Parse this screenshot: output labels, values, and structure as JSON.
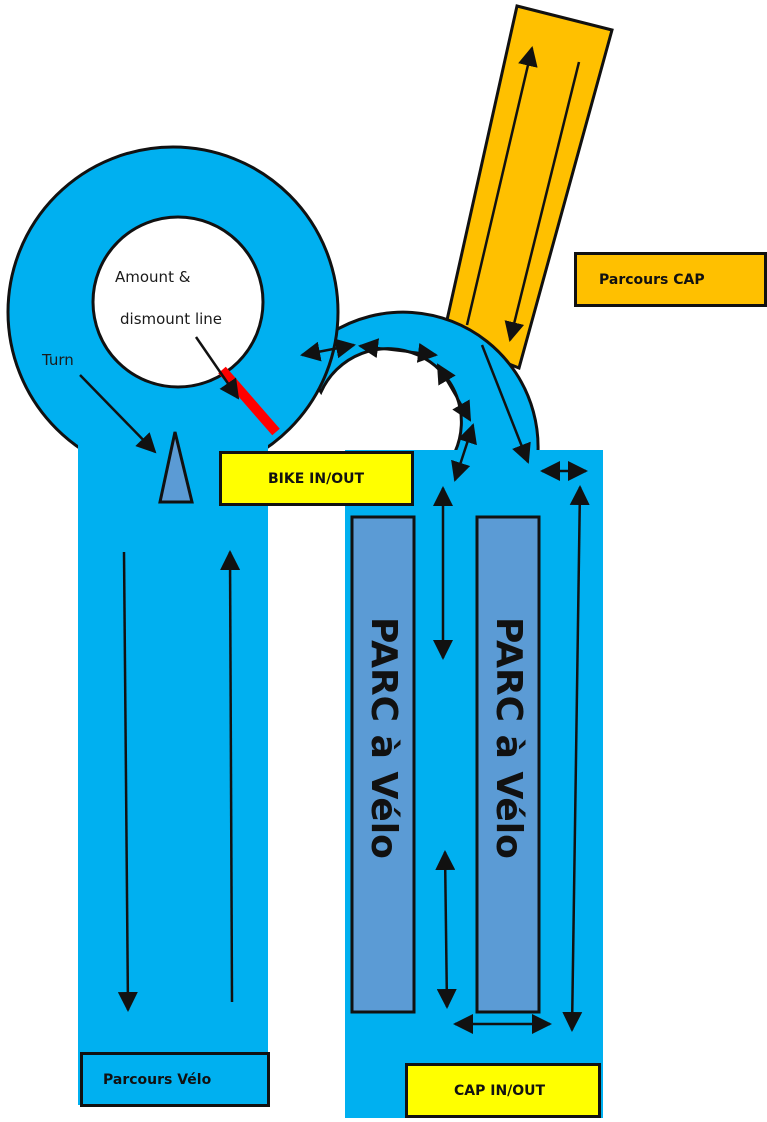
{
  "colors": {
    "track_blue": "#00b0f0",
    "parc_blue": "#5b9bd5",
    "run_orange": "#ffc000",
    "label_yellow": "#ffff00",
    "dismount_red": "#ff0000",
    "outline": "#111111"
  },
  "labels": {
    "amount": "Amount &",
    "dismount_line": "dismount line",
    "turn": "Turn",
    "bike_in_out": "BIKE IN/OUT",
    "parcours_cap": "Parcours CAP",
    "parcours_velo": "Parcours Vélo",
    "cap_in_out": "CAP IN/OUT",
    "parc_left": "PARC à Vélo",
    "parc_right": "PARC à Vélo"
  },
  "icons": {
    "turn_marker": "triangle-cone-icon",
    "arrows": "arrow-icon"
  }
}
